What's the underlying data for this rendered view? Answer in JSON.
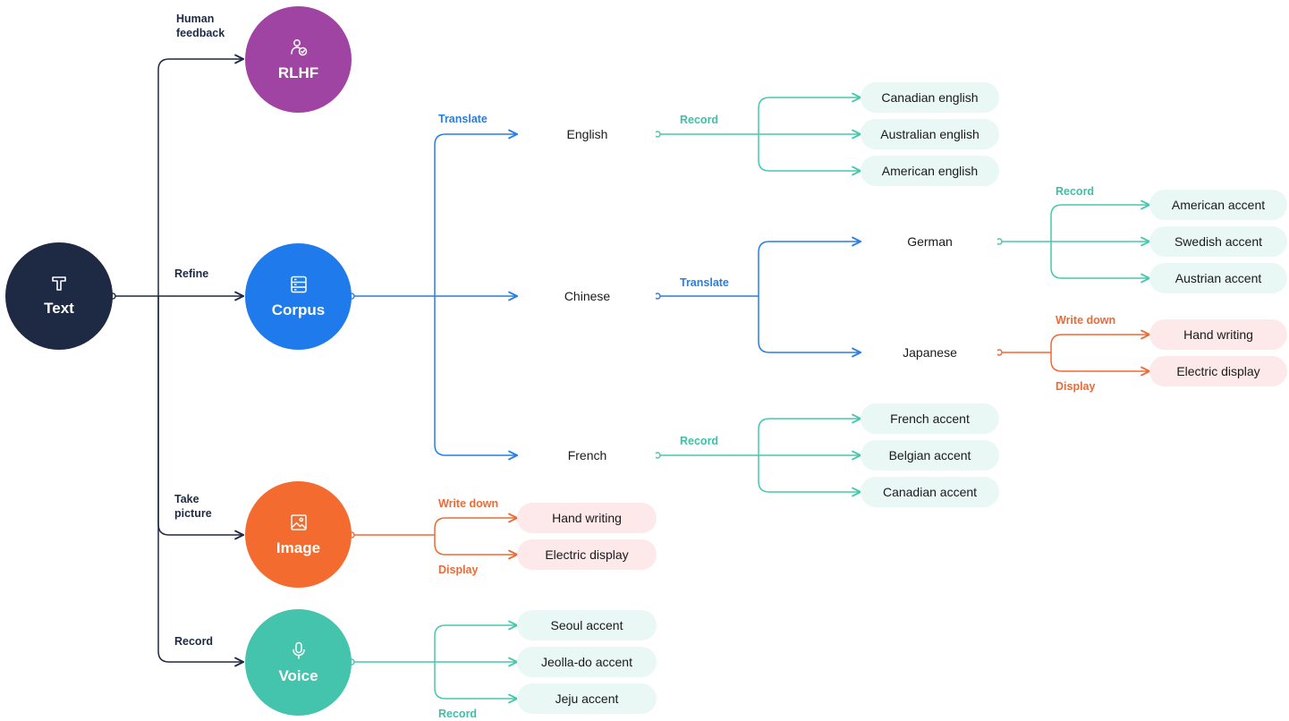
{
  "colors": {
    "navy": "#1e2a44",
    "purple": "#a044a3",
    "blue": "#1f7aeb",
    "orange": "#f36b2f",
    "teal": "#45c4ad",
    "blue_line": "#2a7de1",
    "teal_line": "#46c8ad",
    "orange_line": "#ee6a35",
    "teal_pill": "#e9f8f4",
    "pink_pill": "#fde9ea"
  },
  "nodes": {
    "text": {
      "label": "Text",
      "icon": "text-t-icon"
    },
    "rlhf": {
      "label": "RLHF",
      "icon": "user-check-icon"
    },
    "corpus": {
      "label": "Corpus",
      "icon": "server-icon"
    },
    "image": {
      "label": "Image",
      "icon": "image-icon"
    },
    "voice": {
      "label": "Voice",
      "icon": "microphone-icon"
    }
  },
  "edge_labels": {
    "human_feedback": "Human\nfeedback",
    "refine": "Refine",
    "take_picture": "Take\npicture",
    "record_voice": "Record",
    "translate_corpus": "Translate",
    "record_english": "Record",
    "translate_chinese": "Translate",
    "record_german": "Record",
    "write_down_japanese": "Write down",
    "display_japanese": "Display",
    "record_french": "Record",
    "write_down_image": "Write down",
    "display_image": "Display",
    "record_voice_out": "Record"
  },
  "languages": {
    "english": "English",
    "chinese": "Chinese",
    "french": "French",
    "german": "German",
    "japanese": "Japanese"
  },
  "leaves": {
    "english": [
      "Canadian english",
      "Australian english",
      "American english"
    ],
    "german": [
      "American accent",
      "Swedish accent",
      "Austrian accent"
    ],
    "japanese": [
      "Hand writing",
      "Electric display"
    ],
    "french": [
      "French accent",
      "Belgian accent",
      "Canadian accent"
    ],
    "image": [
      "Hand writing",
      "Electric display"
    ],
    "voice": [
      "Seoul accent",
      "Jeolla-do accent",
      "Jeju accent"
    ]
  }
}
